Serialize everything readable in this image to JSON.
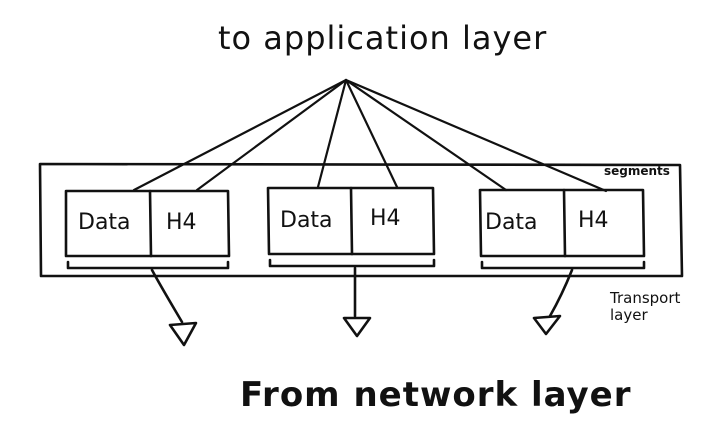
{
  "top_label": "to application layer",
  "bottom_label": "From network layer",
  "segments_label": "segments",
  "transport_label": "Transport layer",
  "segments": [
    {
      "data": "Data",
      "header": "H4"
    },
    {
      "data": "Data",
      "header": "H4"
    },
    {
      "data": "Data",
      "header": "H4"
    }
  ]
}
